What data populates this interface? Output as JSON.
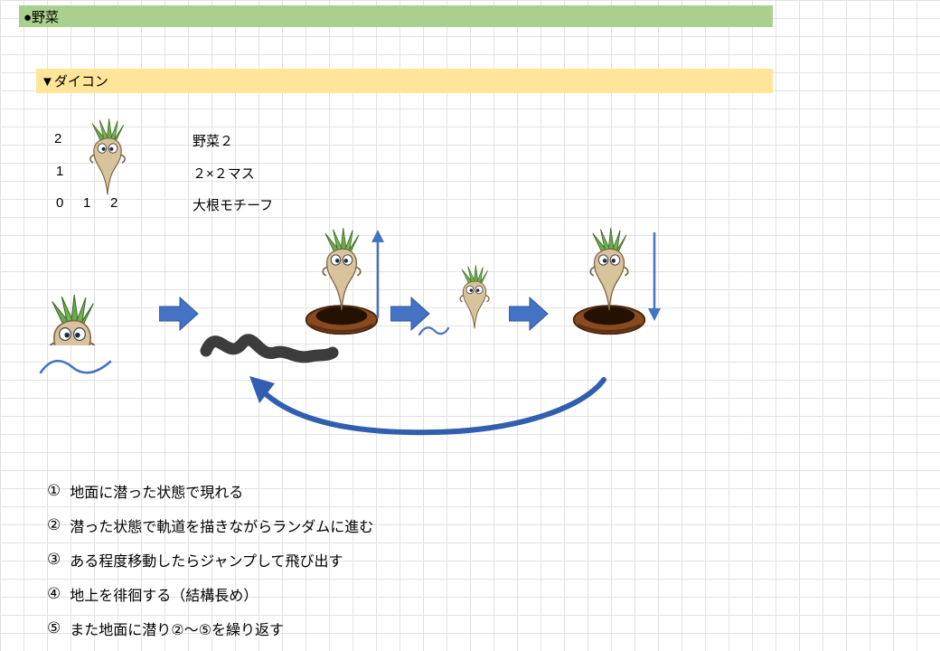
{
  "header": {
    "section": "●野菜",
    "subsection": "▼ダイコン"
  },
  "sprite": {
    "axis_y": [
      "2",
      "1"
    ],
    "axis_x": [
      "0",
      "1",
      "2"
    ],
    "notes": [
      "野菜２",
      "２×２マス",
      "大根モチーフ"
    ]
  },
  "steps": [
    {
      "num": "①",
      "text": "地面に潜った状態で現れる"
    },
    {
      "num": "②",
      "text": "潜った状態で軌道を描きながらランダムに進む"
    },
    {
      "num": "③",
      "text": "ある程度移動したらジャンプして飛び出す"
    },
    {
      "num": "④",
      "text": "地上を徘徊する（結構長め）"
    },
    {
      "num": "⑤",
      "text": "また地面に潜り②〜⑤を繰り返す"
    }
  ],
  "icons": {
    "daikon": "daikon-character-icon",
    "hole": "burrow-hole-icon",
    "arrow_right": "block-arrow-right-icon",
    "arrow_up": "jump-up-arrow-icon",
    "arrow_down": "dive-down-arrow-icon",
    "trail": "underground-trail-icon",
    "wave": "ground-wave-icon",
    "loop": "repeat-loop-arrow-icon"
  },
  "colors": {
    "section_header_green": "#a9d08e",
    "subsection_header_yellow": "#ffe598",
    "arrow_blue": "#4472c4",
    "loop_arrow_blue": "#2f5fae",
    "trail_dark": "#3c3c3c",
    "hole_brown": "#8a4a1f",
    "daikon_body": "#d8c49c",
    "daikon_leaves": "#6fa84e"
  }
}
